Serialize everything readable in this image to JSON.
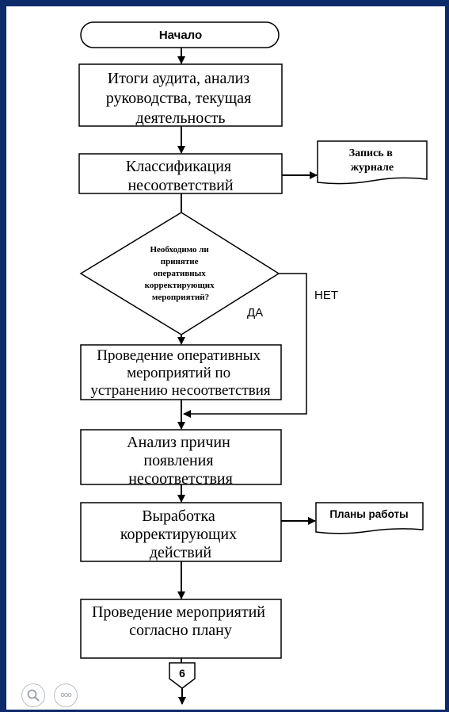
{
  "diagram": {
    "start": "Начало",
    "step1": [
      "Итоги аудита, анализ",
      "руководства, текущая",
      "деятельность"
    ],
    "step2": [
      "Классификация",
      "несоответствий"
    ],
    "doc1": [
      "Запись в",
      "журнале"
    ],
    "decision": [
      "Необходимо ли",
      "принятие",
      "оперативных",
      "корректирующих",
      "мероприятий?"
    ],
    "yes_label": "ДА",
    "no_label": "НЕТ",
    "step3": [
      "Проведение оперативных",
      "мероприятий по",
      "устранению несоответствия"
    ],
    "step4": [
      "Анализ причин",
      "появления",
      "несоответствия"
    ],
    "step5": [
      "Выработка",
      "корректирующих",
      "действий"
    ],
    "doc2": "Планы работы",
    "step6": [
      "Проведение мероприятий",
      "согласно плану"
    ],
    "connector": "6"
  },
  "controls": {
    "zoom": "zoom-icon",
    "more": "more-icon",
    "more_glyph": "ooo"
  }
}
